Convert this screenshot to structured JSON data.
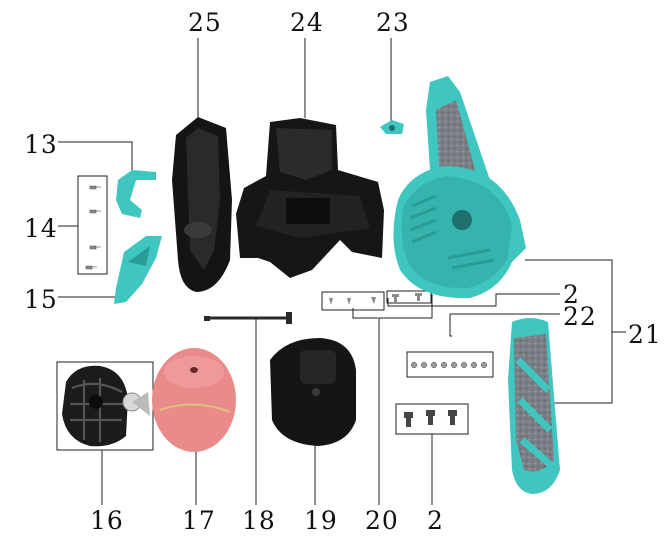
{
  "diagram": {
    "callouts": {
      "c13": "13",
      "c14": "14",
      "c15": "15",
      "c16": "16",
      "c17": "17",
      "c18": "18",
      "c19": "19",
      "c20": "20",
      "c21": "21",
      "c22": "22",
      "c23": "23",
      "c24": "24",
      "c25": "25",
      "c2a": "2",
      "c2b": "2"
    },
    "colors": {
      "teal": "#3fc6c0",
      "tealDark": "#2a9c97",
      "black": "#1a1a1a",
      "grey": "#8a8a8a",
      "foam": "#e98b8b"
    }
  }
}
